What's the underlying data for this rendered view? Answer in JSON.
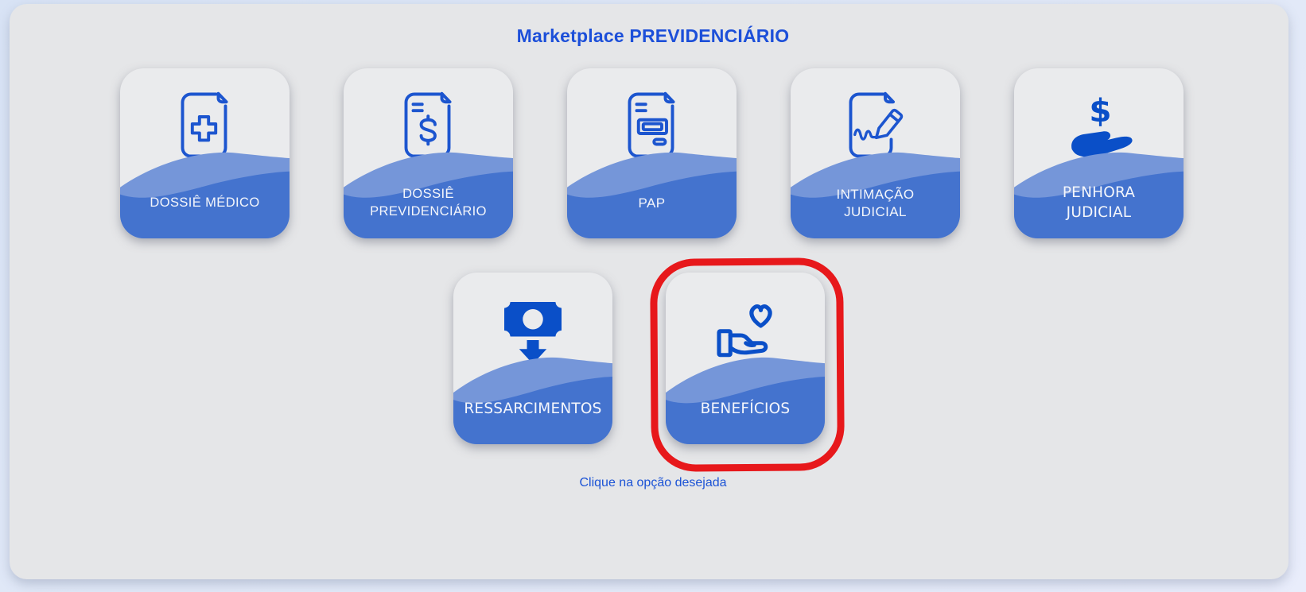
{
  "header": {
    "title": "Marketplace PREVIDENCIÁRIO"
  },
  "cards": [
    {
      "label": "DOSSIÊ MÉDICO",
      "icon": "medical-document-icon"
    },
    {
      "label": "DOSSIÊ\nPREVIDENCIÁRIO",
      "icon": "money-document-icon"
    },
    {
      "label": "PAP",
      "icon": "form-document-icon"
    },
    {
      "label": "INTIMAÇÃO\nJUDICIAL",
      "icon": "signature-pencil-document-icon"
    },
    {
      "label": "PENHORA\nJUDICIAL",
      "icon": "hand-receiving-dollar-icon"
    },
    {
      "label": "RESSARCIMENTOS",
      "icon": "banknote-down-arrow-icon"
    },
    {
      "label": "BENEFÍCIOS",
      "icon": "hand-holding-heart-icon",
      "highlighted": true
    }
  ],
  "footer": {
    "instruction": "Clique na opção desejada"
  },
  "colors": {
    "title_blue": "#1c4fd9",
    "wave_dark_blue": "#4473ce",
    "wave_light_blue": "#7596d9",
    "icon_outline_blue": "#1c55cf",
    "icon_fill_blue": "#0a4fc8",
    "highlight_red": "#e7181b",
    "page_gray": "#e5e6e8",
    "outer_light_blue": "#dde6f6"
  }
}
